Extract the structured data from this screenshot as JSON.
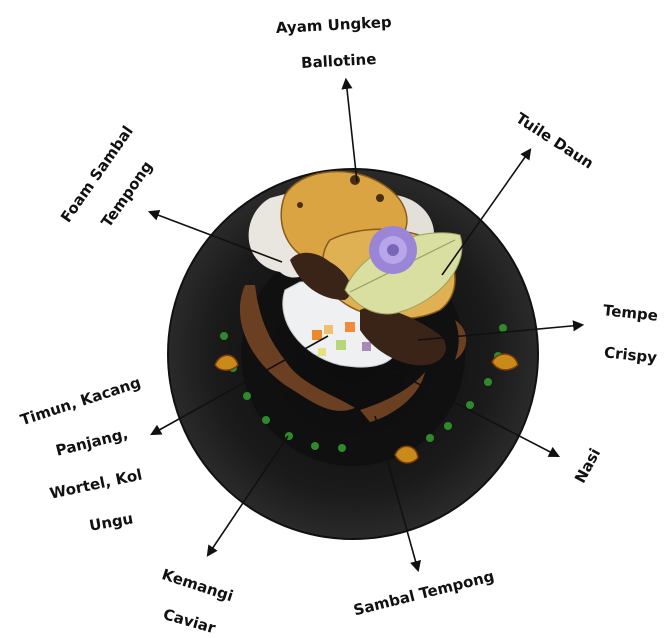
{
  "labels": {
    "ayam_line1": "Ayam Ungkep",
    "ayam_line2": "Ballotine",
    "tuile": "Tuile Daun",
    "foam_line1": "Foam Sambal",
    "foam_line2": "Tempong",
    "tempe_line1": "Tempe",
    "tempe_line2": "Crispy",
    "timun_line1": "Timun, Kacang",
    "timun_line2": "Panjang,",
    "timun_line3": "Wortel, Kol",
    "timun_line4": "Ungu",
    "nasi": "Nasi",
    "kemangi_line1": "Kemangi",
    "kemangi_line2": "Caviar",
    "sambal": "Sambal Tempong"
  },
  "colors": {
    "plate": "#141414",
    "plate_rim": "#262626",
    "foam": "#e8e6df",
    "chicken": "#d9a441",
    "sambal": "#6b4022",
    "caviar": "#2e8b2a",
    "flower": "#9a85d6",
    "leaf": "#d9dfa0",
    "tempe": "#3a2417",
    "chili": "#c98a1a"
  }
}
